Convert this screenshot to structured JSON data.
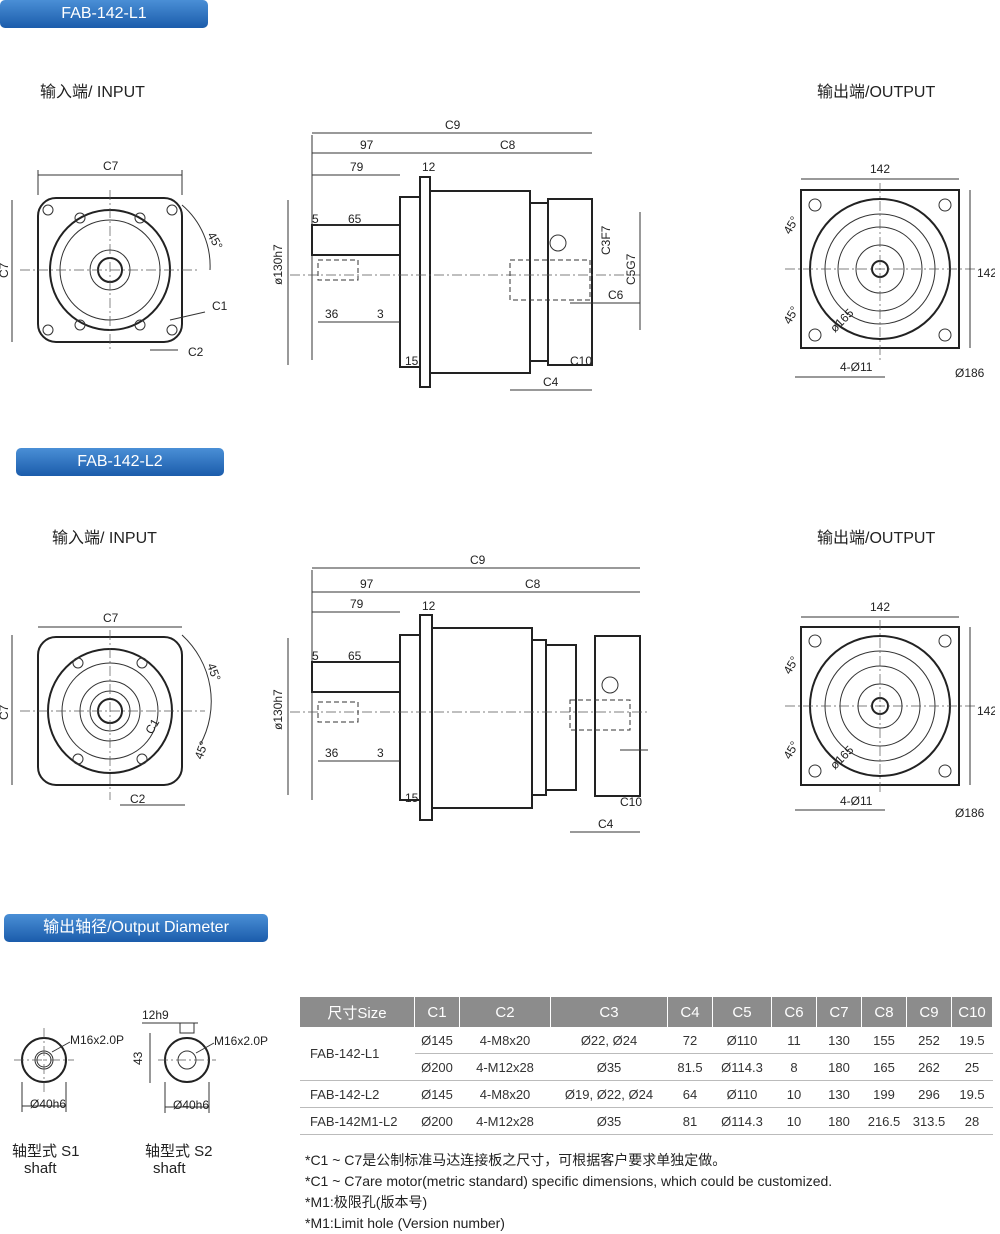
{
  "sections": {
    "l1_title": "FAB-142-L1",
    "l2_title": "FAB-142-L2",
    "output_title": "输出轴径/Output Diameter"
  },
  "views": {
    "input_label": "输入端/ INPUT",
    "output_label": "输出端/OUTPUT"
  },
  "dims": {
    "c1": "C1",
    "c2": "C2",
    "c3f7": "C3F7",
    "c4": "C4",
    "c5g7": "C5G7",
    "c6": "C6",
    "c7": "C7",
    "c8": "C8",
    "c9": "C9",
    "c10": "C10",
    "d97": "97",
    "d79": "79",
    "d12": "12",
    "d5": "5",
    "d65": "65",
    "d36": "36",
    "d3": "3",
    "d15": "15",
    "d130": "ø130h7",
    "d142": "142",
    "d165": "ø165",
    "d186": "Ø186",
    "holes": "4-Ø11",
    "deg45": "45°"
  },
  "shafts": {
    "s1_thread": "M16x2.0P",
    "s1_dia": "Ø40h6",
    "s1_label_cn": "轴型式 S1",
    "s1_label_en": "shaft",
    "s2_key": "12h9",
    "s2_height": "43",
    "s2_thread": "M16x2.0P",
    "s2_dia": "Ø40h6",
    "s2_label_cn": "轴型式 S2",
    "s2_label_en": "shaft"
  },
  "table": {
    "headers": [
      "尺寸Size",
      "C1",
      "C2",
      "C3",
      "C4",
      "C5",
      "C6",
      "C7",
      "C8",
      "C9",
      "C10"
    ],
    "rows": [
      [
        "FAB-142-L1",
        "Ø145",
        "4-M8x20",
        "Ø22, Ø24",
        "72",
        "Ø110",
        "11",
        "130",
        "155",
        "252",
        "19.5"
      ],
      [
        "",
        "Ø200",
        "4-M12x28",
        "Ø35",
        "81.5",
        "Ø114.3",
        "8",
        "180",
        "165",
        "262",
        "25"
      ],
      [
        "FAB-142-L2",
        "Ø145",
        "4-M8x20",
        "Ø19, Ø22, Ø24",
        "64",
        "Ø110",
        "10",
        "130",
        "199",
        "296",
        "19.5"
      ],
      [
        "FAB-142M1-L2",
        "Ø200",
        "4-M12x28",
        "Ø35",
        "81",
        "Ø114.3",
        "10",
        "180",
        "216.5",
        "313.5",
        "28"
      ]
    ]
  },
  "notes": [
    "*C1 ~ C7是公制标准马达连接板之尺寸，可根据客户要求单独定做。",
    "*C1 ~ C7are motor(metric standard) specific dimensions, which could be customized.",
    "*M1:极限孔(版本号)",
    "*M1:Limit hole (Version number)"
  ],
  "colors": {
    "tag_top": "#4a8fd6",
    "tag_bottom": "#1b5cab",
    "table_header": "#8c8c8c"
  }
}
